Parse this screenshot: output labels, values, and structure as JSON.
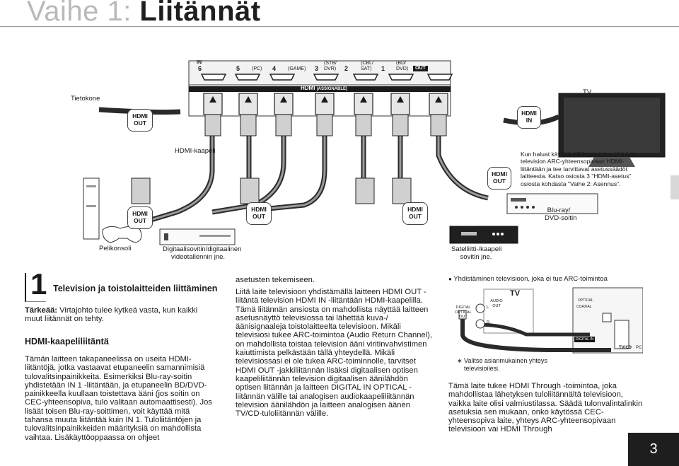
{
  "header": {
    "prefix": "Vaihe 1: ",
    "title": "Liitännät"
  },
  "panel": {
    "in_label": "IN",
    "ports": [
      {
        "num": "6",
        "name": ""
      },
      {
        "num": "5",
        "name": "(PC)"
      },
      {
        "num": "4",
        "name": "(GAME)"
      },
      {
        "num": "3",
        "name": "(STB/\nDVR)"
      },
      {
        "num": "2",
        "name": "(CBL/\nSAT)"
      },
      {
        "num": "1",
        "name": "(BD/\nDVD)"
      }
    ],
    "out_label": "OUT",
    "hdmi_label": "HDMI",
    "assignable": "(ASSIGNABLE)"
  },
  "devices": {
    "computer": "Tietokone",
    "tv": "TV",
    "console": "Pelikonsoli",
    "decoder": "Digitaalisovitin/digitaalinen\nvideotallennin jne.",
    "satellite": "Satelliitti-/kaapeli\nsovitin jne.",
    "bluray": "Blu-ray/\nDVD-soitin"
  },
  "cable_label": "HDMI-kaapeli",
  "hdmi_out": {
    "l1": "HDMI",
    "l2": "OUT"
  },
  "hdmi_in": {
    "l1": "HDMI",
    "l2": "IN"
  },
  "arc_note": "Kun haluat käyttää ARC-toimintoa, liitä laite television ARC-yhteensopivaan HDMI-liitäntään ja tee tarvittavat asetussäädöt laitteesta. Katso osiosta 3 \"HDMI-asetus\" osiosta kohdasta \"Vaihe 2: Asennus\".",
  "step": {
    "number": "1",
    "title": "Television ja toistolaitteiden liittäminen"
  },
  "important": {
    "label": "Tärkeää:",
    "text": " Virtajohto tulee kytkeä vasta, kun kaikki muut liitännät on tehty."
  },
  "hdmi_section": {
    "title": "HDMI-kaapeliliitäntä",
    "text": "Tämän laitteen takapaneelissa on useita HDMI-liitäntöjä, jotka vastaavat etupaneelin samannimisiä tulovalitsinpainikkeita. Esimerkiksi Blu-ray-soitin yhdistetään IN 1 -liitäntään, ja etupaneelin BD/DVD-painikkeella kuullaan toistettava ääni (jos soitin on CEC-yhteensopiva, tulo valitaan automaattisesti). Jos lisäät toisen Blu-ray-soittimen, voit käyttää mitä tahansa muuta liitäntää kuin IN 1. Tuloliitäntöjen ja tulovalitsinpainikkeiden määrityksiä on mahdollista vaihtaa. Lisäkäyttöoppaassa on ohjeet"
  },
  "middle": {
    "cont": "asetusten tekemiseen.",
    "text": "Liitä laite televisioon yhdistämällä laitteen HDMI OUT -liitäntä television HDMI IN -liitäntään HDMI-kaapelilla. Tämä liitännän ansiosta on mahdollista näyttää laitteen asetusnäyttö televisiossa tai lähettää kuva-/äänisignaaleja toistolaitteelta televisioon. Mikäli televisiosi tukee ARC-toimintoa (Audio Return Channel), on mahdollista toistaa television ääni viritinvahvistimen kaiuttimista pelkästään tällä yhteydellä. Mikäli televisiossasi ei ole tukea ARC-toiminnolle, tarvitset HDMI OUT -jakkiliitännän lisäksi digitaalisen optisen kaapeliliitännän television digitaalisen äänilähdön optisen liitännän ja laitteen DIGITAL IN OPTICAL -liitännän välille tai analogisen audiokaapeliliitännän television äänilähdön ja laitteen analogisen äänen TV/CD-tuloliitännän välille."
  },
  "right": {
    "bullet_title": "Yhdistäminen televisioon, joka ei tue ARC-toimintoa",
    "diag": {
      "tv": "TV",
      "digital_optical_out": "DIGITAL\nOPTICAL\nOUT",
      "audio_out": "AUDIO\nOUT",
      "l": "L",
      "r": "R",
      "optical": "OPTICAL",
      "coaxial": "COAXIAL",
      "tvcd": "TV/CD",
      "pc": "PC",
      "digital_in": "DIGITAL IN"
    },
    "note_mark": "∗",
    "note": "Valitse asianmukainen yhteys televisioilesi.",
    "text": "Tämä laite tukee HDMI Through -toimintoa, joka mahdollistaa lähetyksen tuloliitännältä televisioon, vaikka laite olisi valmiustilassa. Säädä tulonvalintalinkin asetuksia sen mukaan, onko käytössä CEC-yhteensopiva laite, yhteys ARC-yhteensopivaan televisioon vai HDMI Through"
  },
  "page_number": "3",
  "colors": {
    "accent": "#1f1f1f",
    "title_grey": "#b9b9b9"
  }
}
